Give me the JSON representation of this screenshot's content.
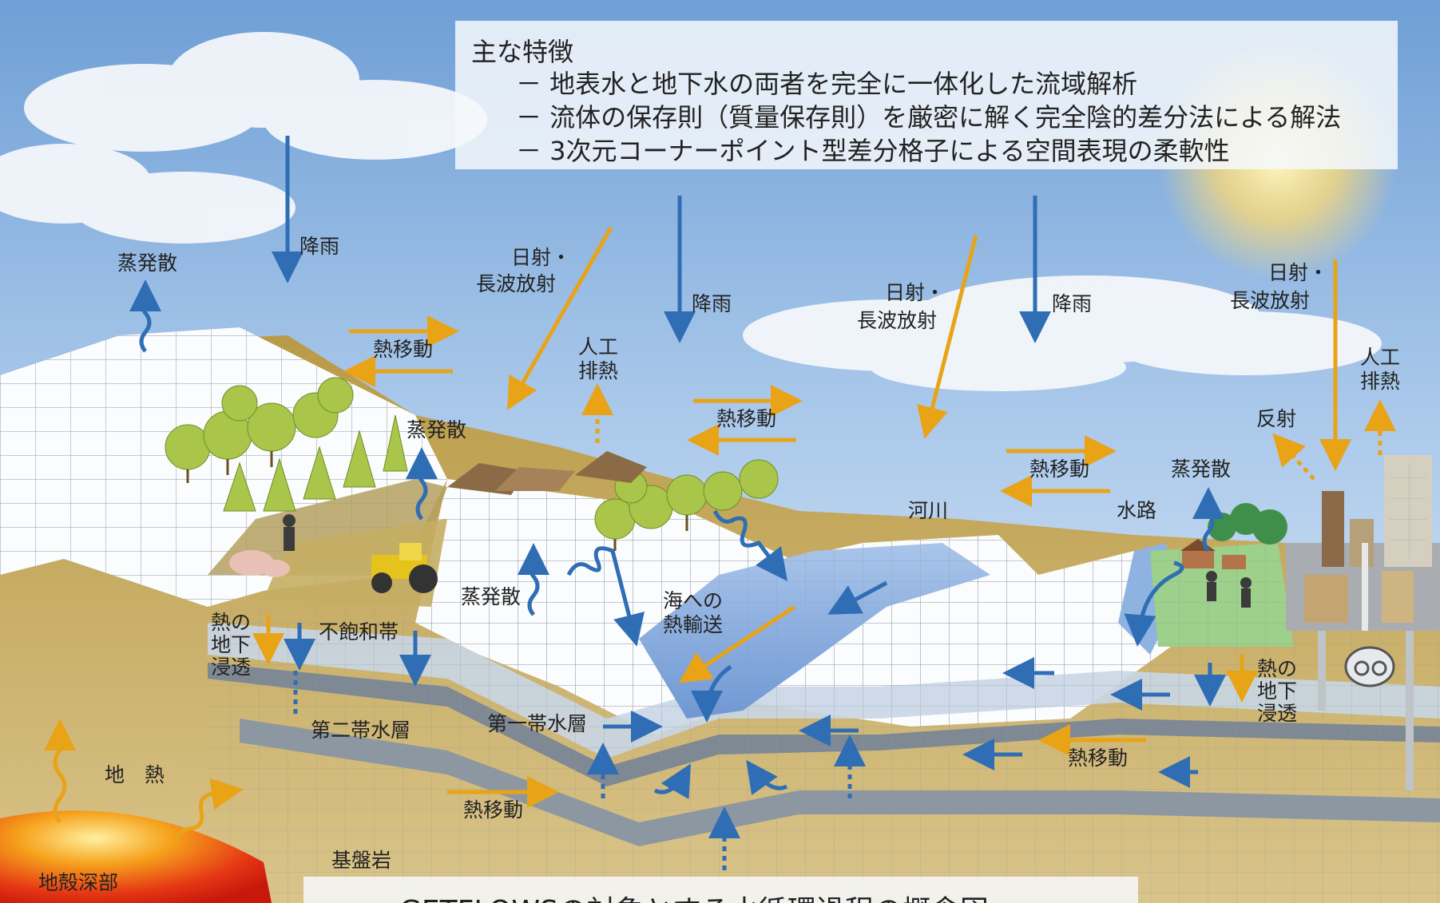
{
  "features": {
    "heading": "主な特徴",
    "items": [
      "－ 地表水と地下水の両者を完全に一体化した流域解析",
      "－ 流体の保存則（質量保存則）を厳密に解く完全陰的差分法による解法",
      "－ 3次元コーナーポイント型差分格子による空間表現の柔軟性"
    ]
  },
  "labels": {
    "evapotranspiration": "蒸発散",
    "rainfall": "降雨",
    "solar_line1": "日射・",
    "solar_line2": "長波放射",
    "heat_transfer": "熱移動",
    "artificial_heat_line1": "人工",
    "artificial_heat_line2": "排熱",
    "reflection": "反射",
    "river": "河川",
    "waterway": "水路",
    "heat_to_sea_line1": "海への",
    "heat_to_sea_line2": "熱輸送",
    "unsaturated_zone": "不飽和帯",
    "groundwater_heat_infiltration_line1": "熱の",
    "groundwater_heat_infiltration_line2": "地下",
    "groundwater_heat_infiltration_line3": "浸透",
    "second_aquifer": "第二帯水層",
    "first_aquifer": "第一帯水層",
    "geothermal": "地　熱",
    "bedrock": "基盤岩",
    "deep_crust": "地殻深部"
  },
  "caption": "GETFLOWSの対象とする水循環過程の概念図",
  "colors": {
    "rain_arrow": "#2f6db5",
    "heat_arrow": "#e8a317",
    "ground": "#a8893c",
    "water": "#8fb3e0",
    "magma": "#e02a10"
  }
}
